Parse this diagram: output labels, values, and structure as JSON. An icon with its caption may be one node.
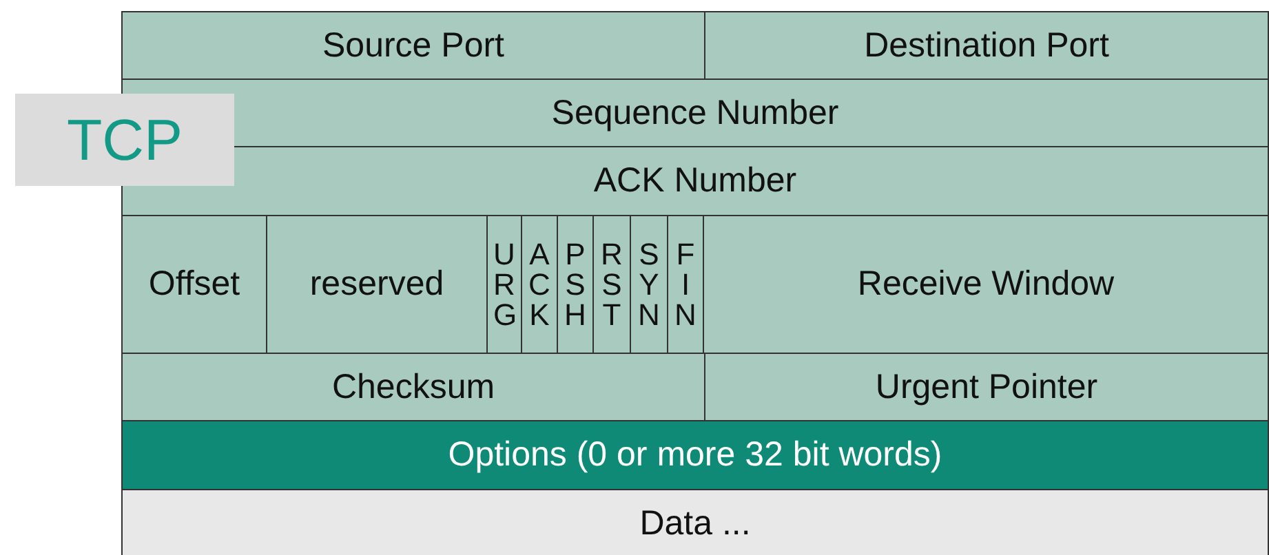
{
  "diagram": {
    "nodes": [
      {
        "text": [
          "Source Port"
        ]
      },
      {
        "text": [
          "Destination Port"
        ]
      },
      {
        "text": [
          "TCP"
        ]
      },
      {
        "text": [
          "Sequence Number"
        ]
      },
      {
        "text": [
          "ACK Number"
        ]
      },
      {
        "text": [
          "Offset"
        ]
      },
      {
        "text": [
          "reserved"
        ]
      },
      {
        "text": [
          "URG"
        ]
      },
      {
        "text": [
          "ACK"
        ]
      },
      {
        "text": [
          "PSH"
        ]
      },
      {
        "text": [
          "RST"
        ]
      },
      {
        "text": [
          "SYN"
        ]
      },
      {
        "text": [
          "FIN"
        ]
      },
      {
        "text": [
          "Receive Window"
        ]
      },
      {
        "text": [
          "Checksum"
        ]
      },
      {
        "text": [
          "Urgent Pointer"
        ]
      },
      {
        "text": [
          "Options (0 or more 32 bit words)"
        ]
      },
      {
        "text": [
          "Data ..."
        ]
      }
    ]
  }
}
